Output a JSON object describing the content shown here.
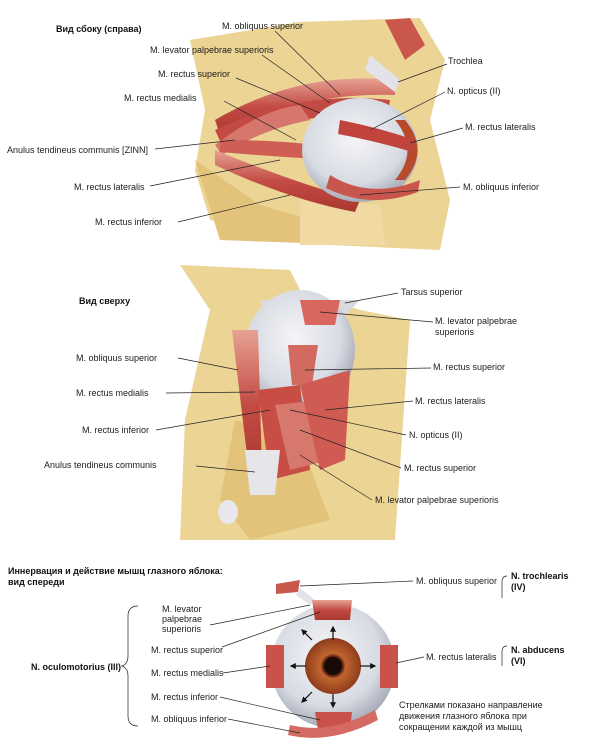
{
  "panel_side": {
    "title": "Вид сбоку (справа)",
    "labels": {
      "obliquus_superior": "M. obliquus superior",
      "levator": "M. levator palpebrae superioris",
      "rectus_superior": "M. rectus superior",
      "rectus_medialis": "M. rectus medialis",
      "anulus": "Anulus tendineus communis [ZINN]",
      "rectus_lateralis_left": "M. rectus lateralis",
      "rectus_inferior": "M. rectus inferior",
      "trochlea": "Trochlea",
      "opticus": "N. opticus (II)",
      "rectus_lateralis_right": "M. rectus lateralis",
      "obliquus_inferior": "M. obliquus inferior"
    }
  },
  "panel_top": {
    "title": "Вид сверху",
    "labels": {
      "tarsus": "Tarsus superior",
      "levator_1": "M. levator palpebrae",
      "levator_2": "superioris",
      "obliquus_superior": "M. obliquus superior",
      "rectus_superior_1": "M. rectus superior",
      "rectus_medialis": "M. rectus medialis",
      "rectus_lateralis": "M. rectus lateralis",
      "rectus_inferior": "M. rectus inferior",
      "opticus": "N. opticus (II)",
      "anulus": "Anulus tendineus communis",
      "rectus_superior_2": "M. rectus superior",
      "levator_full": "M. levator palpebrae superioris"
    }
  },
  "panel_front": {
    "title_1": "Иннервация и действие мышц глазного яблока:",
    "title_2": "вид спереди",
    "labels": {
      "obliquus_superior": "M. obliquus superior",
      "levator_1": "M. levator",
      "levator_2": "palpebrae",
      "levator_3": "superioris",
      "rectus_superior": "M. rectus superior",
      "rectus_medialis": "M. rectus medialis",
      "rectus_inferior": "M. rectus inferior",
      "obliquus_inferior": "M. obliquus inferior",
      "rectus_lateralis": "M. rectus lateralis"
    },
    "nerves": {
      "trochlearis_1": "N. trochlearis",
      "trochlearis_2": "(IV)",
      "abducens_1": "N. abducens",
      "abducens_2": "(VI)",
      "oculomotorius": "N. oculomotorius (III)"
    },
    "note_1": "Стрелками показано направление",
    "note_2": "движения глазного яблока при",
    "note_3": "сокращении каждой из мышц"
  },
  "colors": {
    "bone": "#e9d08a",
    "muscle": "#c9504a",
    "muscle_light": "#e39a8c",
    "sclera": "#e2e4ea",
    "iris": "#b4512a"
  }
}
